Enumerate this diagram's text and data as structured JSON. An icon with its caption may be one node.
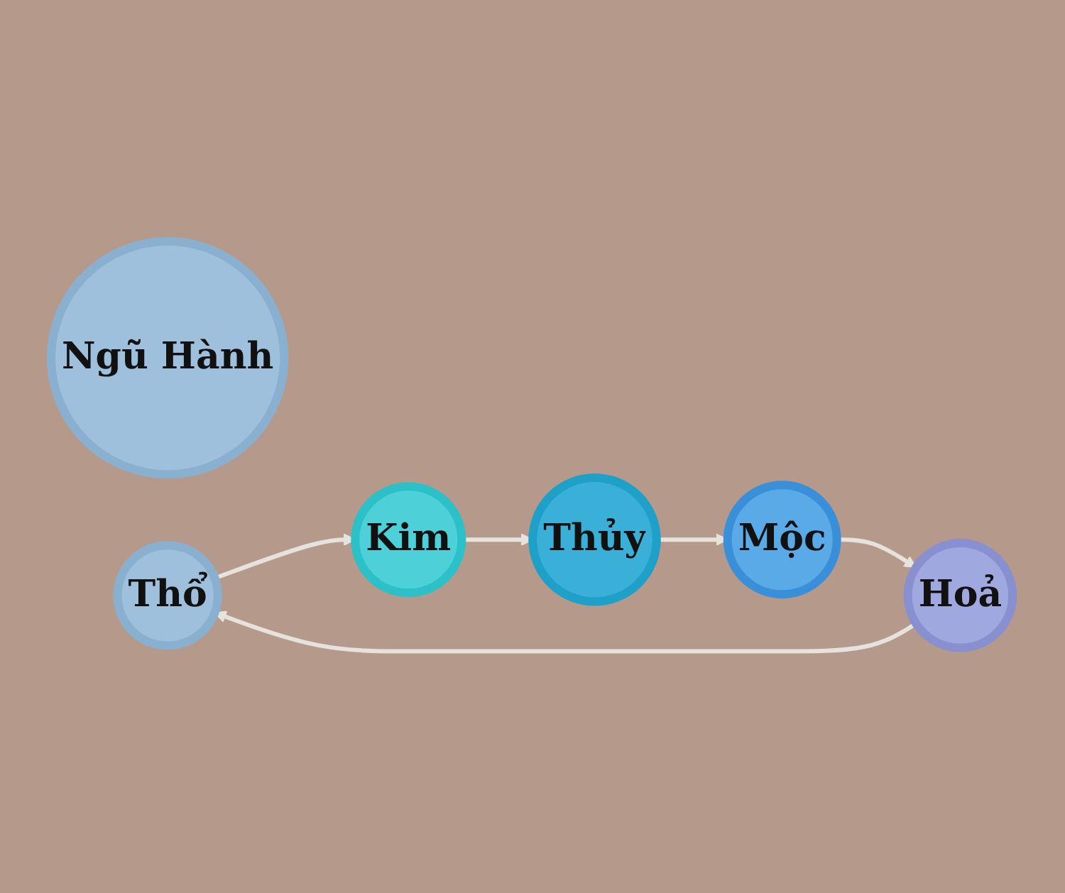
{
  "diagram": {
    "nodes": [
      {
        "text": [
          "Ngũ Hành"
        ]
      },
      {
        "text": [
          "Thổ"
        ]
      },
      {
        "text": [
          "Kim"
        ]
      },
      {
        "text": [
          "Thủy"
        ]
      },
      {
        "text": [
          "Mộc"
        ]
      },
      {
        "text": [
          "Hoả"
        ]
      }
    ],
    "edges": [
      {
        "from": 1,
        "to": 2,
        "arrow": "to"
      },
      {
        "from": 2,
        "to": 3,
        "arrow": "to"
      },
      {
        "from": 3,
        "to": 4,
        "arrow": "to"
      },
      {
        "from": 4,
        "to": 5,
        "arrow": "to"
      },
      {
        "from": 5,
        "to": 1,
        "arrow": "to"
      }
    ]
  }
}
